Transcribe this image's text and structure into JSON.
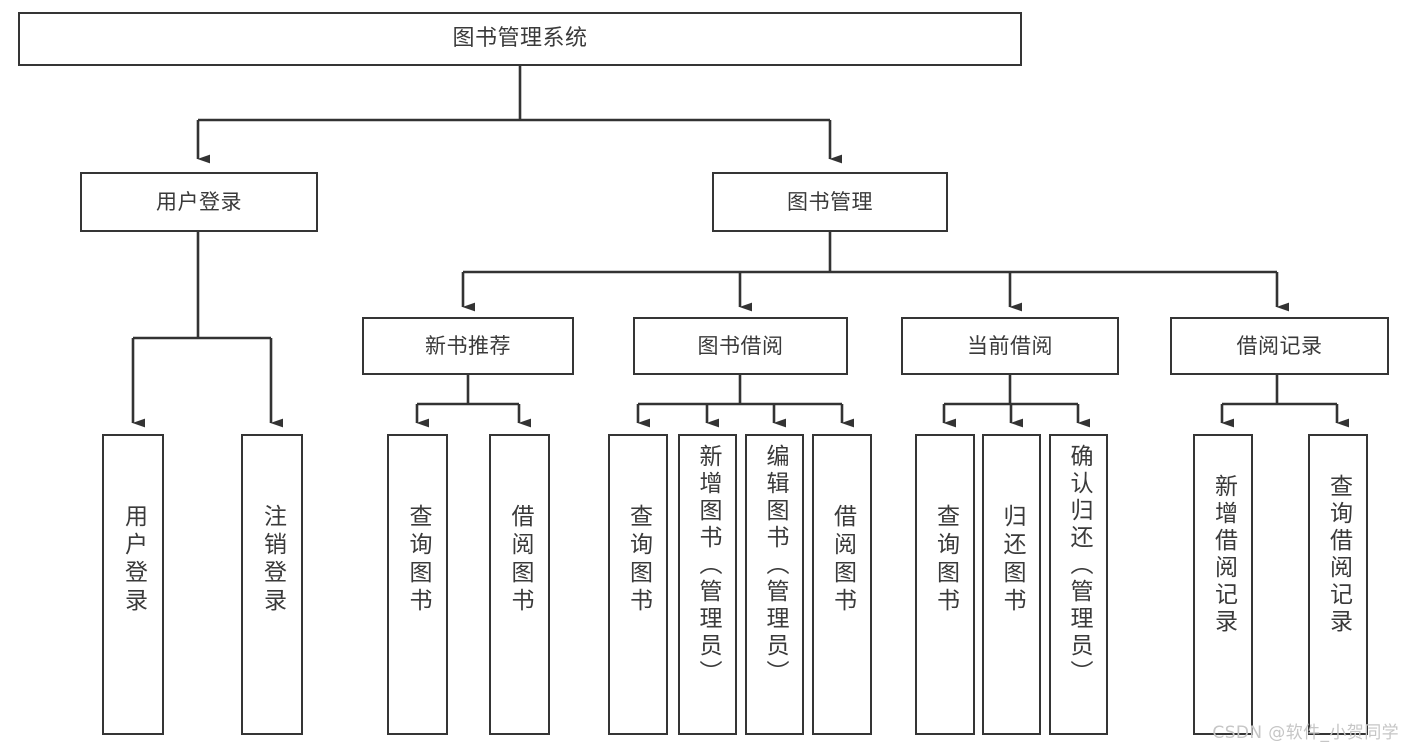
{
  "diagram": {
    "title": "图书管理系统",
    "type": "hierarchy-tree",
    "background_color": "#ffffff",
    "node_border_color": "#353535",
    "node_fill_color": "#ffffff",
    "text_color": "#3a3a3a",
    "edge_color": "#333333",
    "watermark": "CSDN @软件_小贺同学"
  },
  "nodes": {
    "root": {
      "label": "图书管理系统"
    },
    "tier2": [
      {
        "label": "用户登录"
      },
      {
        "label": "图书管理"
      }
    ],
    "tier3": [
      {
        "label": "新书推荐"
      },
      {
        "label": "图书借阅"
      },
      {
        "label": "当前借阅"
      },
      {
        "label": "借阅记录"
      }
    ],
    "leaves_user_login": [
      {
        "label": "用户登录"
      },
      {
        "label": "注销登录"
      }
    ],
    "leaves_new_book": [
      {
        "label": "查询图书"
      },
      {
        "label": "借阅图书"
      }
    ],
    "leaves_borrow_book": [
      {
        "label": "查询图书"
      },
      {
        "label": "新增图书（管理员）"
      },
      {
        "label": "编辑图书（管理员）"
      },
      {
        "label": "借阅图书"
      }
    ],
    "leaves_current_borrow": [
      {
        "label": "查询图书"
      },
      {
        "label": "归还图书"
      },
      {
        "label": "确认归还（管理员）"
      }
    ],
    "leaves_borrow_record": [
      {
        "label": "新增借阅记录"
      },
      {
        "label": "查询借阅记录"
      }
    ]
  }
}
